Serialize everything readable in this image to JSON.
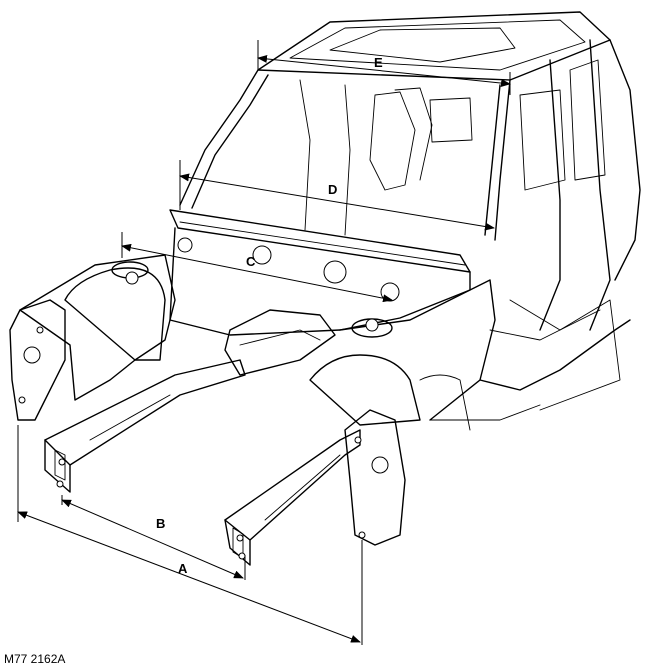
{
  "dimensions": [
    {
      "label": "A"
    },
    {
      "label": "B"
    },
    {
      "label": "C"
    },
    {
      "label": "D"
    },
    {
      "label": "E"
    }
  ],
  "figure_ref": "M77 2162A"
}
